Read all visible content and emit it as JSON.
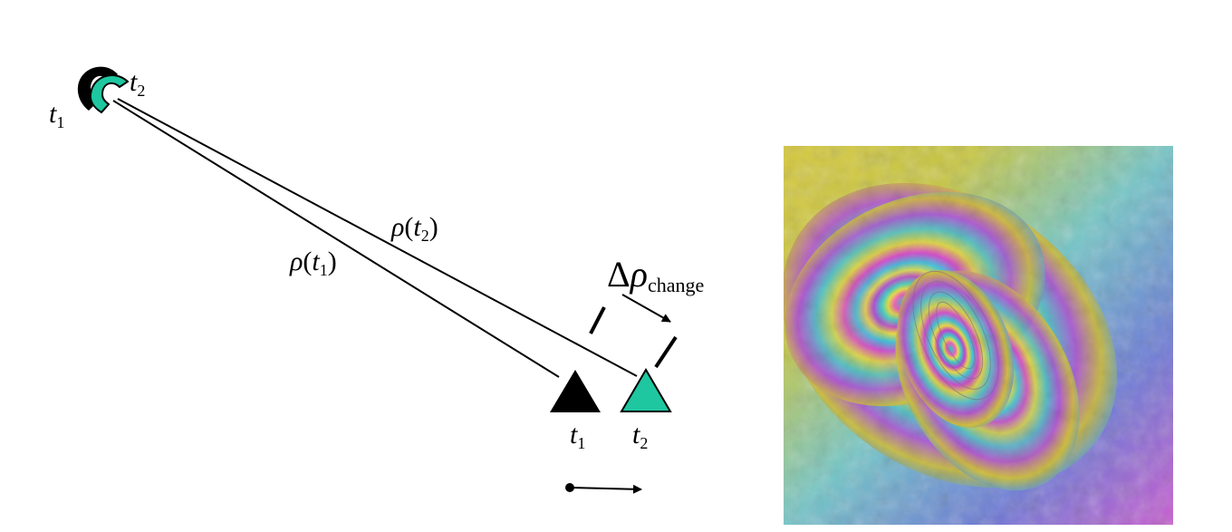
{
  "diagram": {
    "satellite": {
      "label_t1_var": "t",
      "label_t1_sub": "1",
      "label_t2_var": "t",
      "label_t2_sub": "2",
      "color_t1": "#000000",
      "color_t2": "#1ec7a0"
    },
    "ranges": {
      "rho_t1_symbol": "ρ",
      "rho_t1_open": "(",
      "rho_t1_var": "t",
      "rho_t1_sub": "1",
      "rho_t1_close": ")",
      "rho_t2_symbol": "ρ",
      "rho_t2_open": "(",
      "rho_t2_var": "t",
      "rho_t2_sub": "2",
      "rho_t2_close": ")"
    },
    "change": {
      "delta": "Δ",
      "rho": "ρ",
      "subscript": "change"
    },
    "ground_targets": {
      "t1_var": "t",
      "t1_sub": "1",
      "t2_var": "t",
      "t2_sub": "2",
      "color_t1": "#000000",
      "color_t2": "#1ec7a0"
    },
    "interferogram_icon": "interferogram-fringe-image"
  }
}
